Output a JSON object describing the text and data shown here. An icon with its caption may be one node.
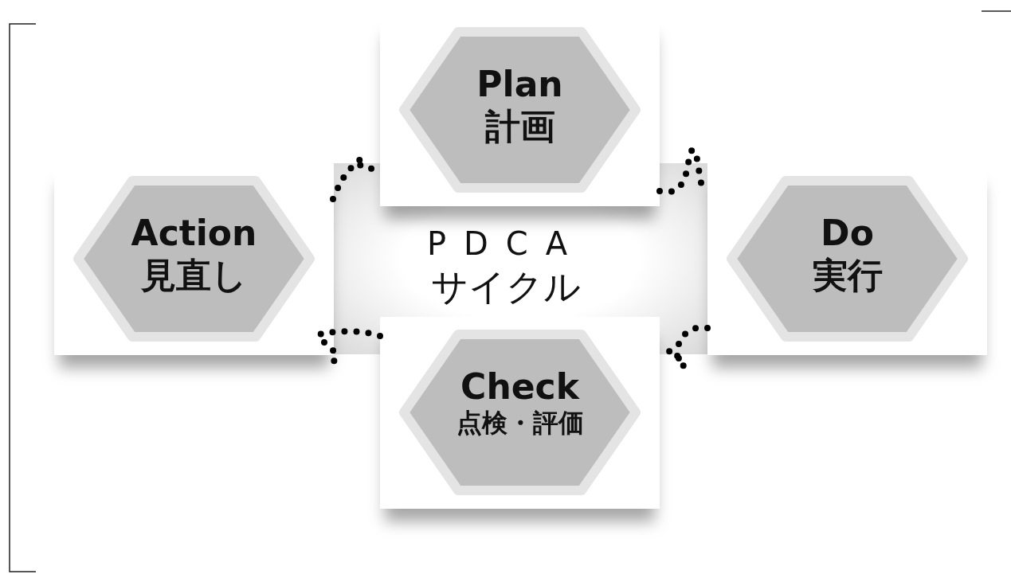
{
  "diagram": {
    "nodes": [
      {
        "text": [
          "Plan",
          "計画"
        ]
      },
      {
        "text": [
          "Do",
          "実行"
        ]
      },
      {
        "text": [
          "Check",
          "点検・評価"
        ]
      },
      {
        "text": [
          "Action",
          "見直し"
        ]
      }
    ],
    "edges": [
      {
        "from": 0,
        "to": 1,
        "arrow": "none"
      },
      {
        "from": 1,
        "to": 2,
        "arrow": "none"
      },
      {
        "from": 2,
        "to": 3,
        "arrow": "none"
      },
      {
        "from": 3,
        "to": 0,
        "arrow": "none"
      }
    ],
    "labels": [
      "PDCA",
      "サイクル"
    ]
  }
}
